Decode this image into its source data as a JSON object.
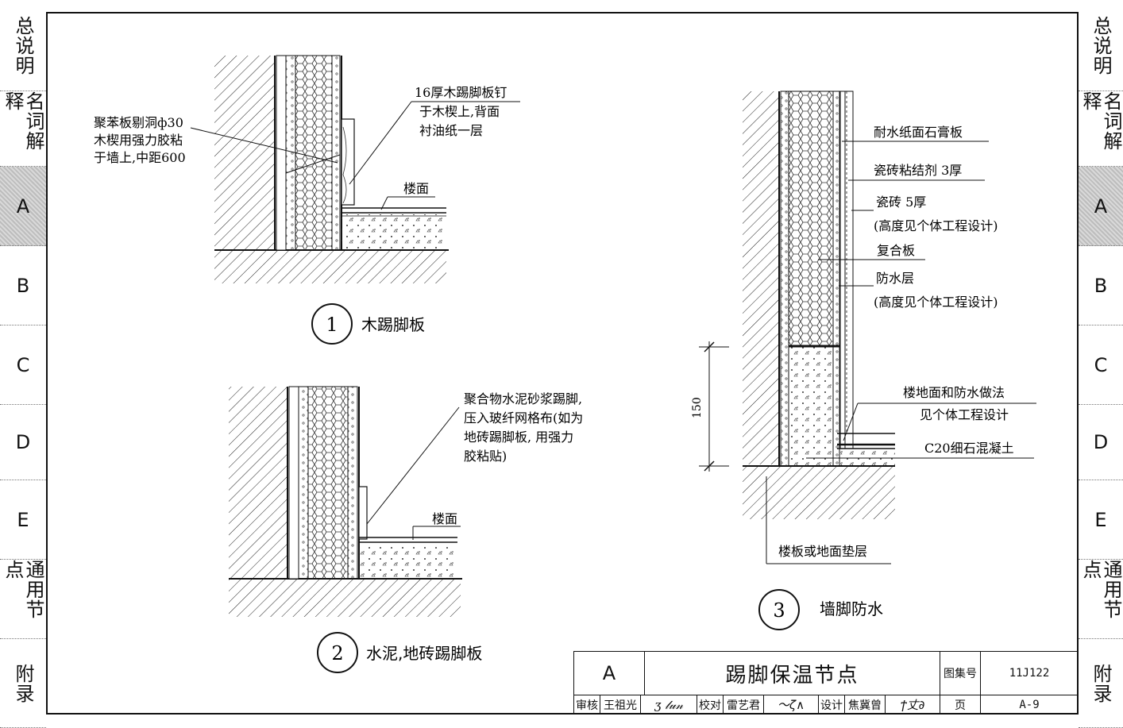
{
  "left_tabs": [
    {
      "label": "总说明",
      "active": false
    },
    {
      "label": "名词解释",
      "active": false
    },
    {
      "label": "A",
      "active": true
    },
    {
      "label": "B",
      "active": false
    },
    {
      "label": "C",
      "active": false
    },
    {
      "label": "D",
      "active": false
    },
    {
      "label": "E",
      "active": false
    },
    {
      "label": "通用节点",
      "active": false
    },
    {
      "label": "附录",
      "active": false
    }
  ],
  "right_tabs": [
    {
      "label": "总说明",
      "active": false
    },
    {
      "label": "名词解释",
      "active": false
    },
    {
      "label": "A",
      "active": true
    },
    {
      "label": "B",
      "active": false
    },
    {
      "label": "C",
      "active": false
    },
    {
      "label": "D",
      "active": false
    },
    {
      "label": "E",
      "active": false
    },
    {
      "label": "通用节点",
      "active": false
    },
    {
      "label": "附录",
      "active": false
    }
  ],
  "detail1": {
    "number": "1",
    "title": "木踢脚板",
    "note_left": [
      "聚苯板剔洞ф30",
      "木楔用强力胶粘",
      "于墙上,中距600"
    ],
    "note_right": [
      "16厚木踢脚板钉",
      "于木楔上,背面",
      "衬油纸一层"
    ],
    "floor_label": "楼面"
  },
  "detail2": {
    "number": "2",
    "title": "水泥,地砖踢脚板",
    "note": [
      "聚合物水泥砂浆踢脚,",
      "压入玻纤网格布(如为",
      "地砖踢脚板, 用强力",
      "胶粘贴)"
    ],
    "floor_label": "楼面"
  },
  "detail3": {
    "number": "3",
    "title": "墙脚防水",
    "labels": [
      "耐水纸面石膏板",
      "瓷砖粘结剂 3厚",
      "瓷砖  5厚",
      "(高度见个体工程设计)",
      "复合板",
      "防水层",
      "(高度见个体工程设计)",
      "楼地面和防水做法",
      "见个体工程设计",
      "C20细石混凝土"
    ],
    "bottom_label": "楼板或地面垫层",
    "dimension": "150"
  },
  "title_block": {
    "section": "A",
    "title": "踢脚保温节点",
    "atlas_label": "图集号",
    "atlas_no": "11J122",
    "review_label": "审核",
    "reviewer": "王祖光",
    "check_label": "校对",
    "checker": "雷艺君",
    "design_label": "设计",
    "designer": "焦冀曾",
    "page_label": "页",
    "page_no": "A-9"
  }
}
